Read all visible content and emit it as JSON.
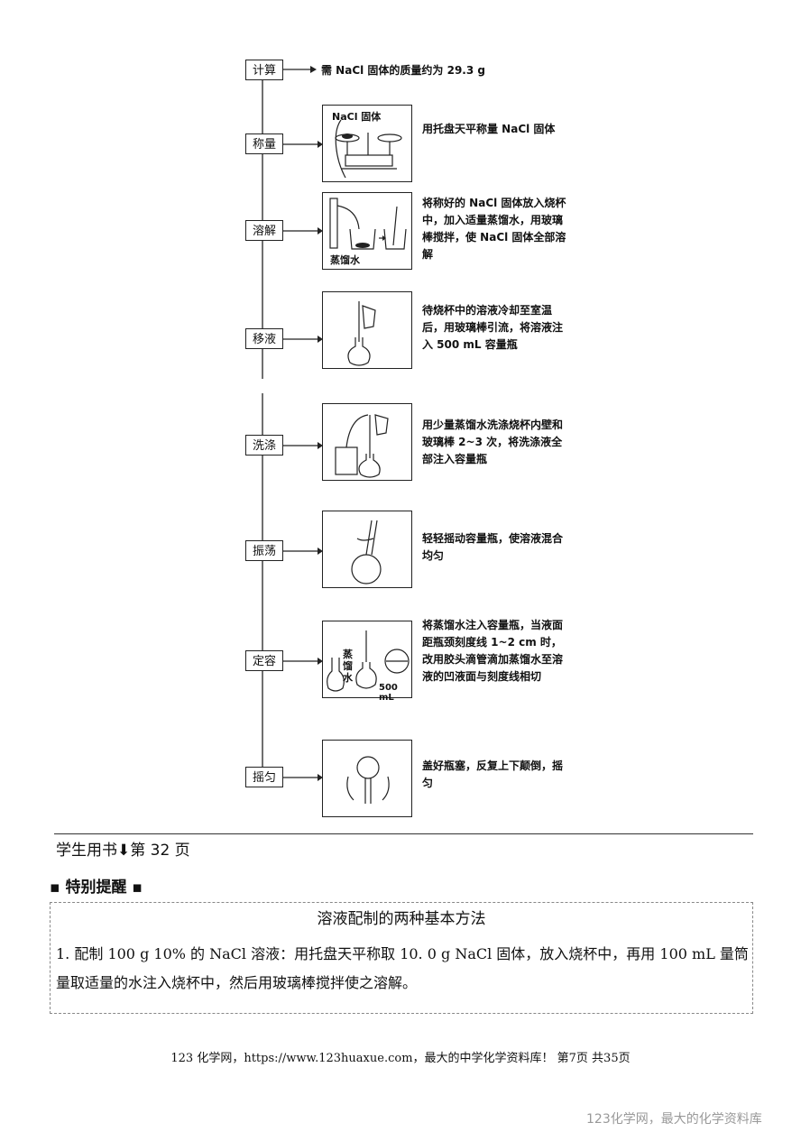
{
  "steps": [
    {
      "label": "计算",
      "desc": "需 NaCl 固体的质量约为 29.3 g"
    },
    {
      "label": "称量",
      "pic_label": "NaCl 固体",
      "desc": "用托盘天平称量 NaCl 固体"
    },
    {
      "label": "溶解",
      "pic_label": "蒸馏水",
      "desc": "将称好的 NaCl 固体放入烧杯中，加入适量蒸馏水，用玻璃棒搅拌，使 NaCl 固体全部溶解"
    },
    {
      "label": "移液",
      "desc": "待烧杯中的溶液冷却至室温后，用玻璃棒引流，将溶液注入 500 mL 容量瓶"
    },
    {
      "label": "洗涤",
      "desc": "用少量蒸馏水洗涤烧杯内壁和玻璃棒 2~3 次，将洗涤液全部注入容量瓶"
    },
    {
      "label": "振荡",
      "desc": "轻轻摇动容量瓶，使溶液混合均匀"
    },
    {
      "label": "定容",
      "pic_label": "蒸馏水",
      "pic_label2": "500 mL",
      "desc": "将蒸馏水注入容量瓶，当液面距瓶颈刻度线 1~2 cm 时，改用胶头滴管滴加蒸馏水至溶液的凹液面与刻度线相切"
    },
    {
      "label": "摇匀",
      "desc": "盖好瓶塞，反复上下颠倒，摇匀"
    }
  ],
  "page_ref": "学生用书⬇第 32 页",
  "remind_title": "特别提醒",
  "box_title": "溶液配制的两种基本方法",
  "box_text": "1. 配制 100 g 10% 的 NaCl 溶液：用托盘天平称取 10. 0 g NaCl 固体，放入烧杯中，再用 100 mL 量筒量取适量的水注入烧杯中，然后用玻璃棒搅拌使之溶解。",
  "footer": "123 化学网，https://www.123huaxue.com，最大的中学化学资料库！ 第7页 共35页",
  "watermark": "123化学网，最大的化学资料库"
}
